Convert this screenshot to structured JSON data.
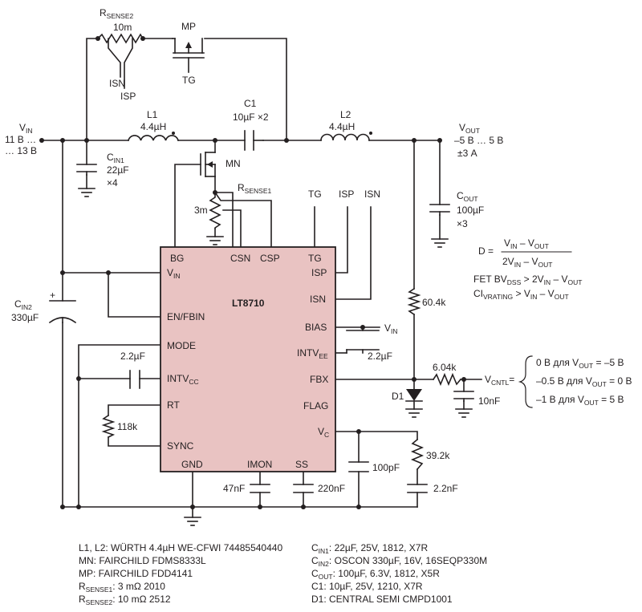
{
  "chip": {
    "name": "LT8710",
    "pins": {
      "bg": "BG",
      "csn": "CSN",
      "csp": "CSP",
      "tg": "TG",
      "vin_main": "V",
      "vin_sub": "IN",
      "en": "EN/FBIN",
      "mode": "MODE",
      "intvcc_main": "INTV",
      "intvcc_sub": "CC",
      "rt": "RT",
      "sync": "SYNC",
      "gnd": "GND",
      "imon": "IMON",
      "ss": "SS",
      "isp": "ISP",
      "isn": "ISN",
      "bias": "BIAS",
      "intvee_main": "INTV",
      "intvee_sub": "EE",
      "fbx": "FBX",
      "flag": "FLAG",
      "vc_main": "V",
      "vc_sub": "C"
    }
  },
  "labels": {
    "rsense2_main": "R",
    "rsense2_sub": "SENSE2",
    "rsense2_val": "10m",
    "mp": "MP",
    "isn_top": "ISN",
    "isp_top": "ISP",
    "tg_top": "TG",
    "l1": "L1",
    "l1_val": "4.4µH",
    "c1": "C1",
    "c1_val": "10µF ×2",
    "l2": "L2",
    "l2_val": "4.4µH",
    "vin_main": "V",
    "vin_sub": "IN",
    "vin_range1": "11 В …",
    "vin_range2": "… 13 В",
    "cin1_main": "C",
    "cin1_sub": "IN1",
    "cin1_val": "22µF",
    "cin1_mult": "×4",
    "mn": "MN",
    "rsense1_main": "R",
    "rsense1_sub": "SENSE1",
    "rsense1_val": "3m",
    "tg_right": "TG",
    "isp_right": "ISP",
    "isn_right": "ISN",
    "vout_main": "V",
    "vout_sub": "OUT",
    "vout_range": "–5 В … 5 В",
    "vout_current": "±3 А",
    "cout_main": "C",
    "cout_sub": "OUT",
    "cout_val": "100µF",
    "cout_mult": "×3",
    "cin2_main": "C",
    "cin2_sub": "IN2",
    "cin2_val": "330µF",
    "c_intvcc": "2.2µF",
    "r_rt": "118k",
    "bias_vin_main": "V",
    "bias_vin_sub": "IN",
    "c_intvee": "2.2µF",
    "r_fb": "60.4k",
    "r_cntl": "6.04k",
    "vcntl_main": "V",
    "vcntl_sub": "CNTL",
    "vcntl_eq": "=",
    "d1": "D1",
    "c_cntl": "10nF",
    "c_imon": "47nF",
    "c_ss": "220nF",
    "c_vc": "100pF",
    "r_vc": "39.2k",
    "c_vc2": "2.2nF"
  },
  "vcntl_cases": [
    {
      "text": "0 В для V",
      "sub": "OUT",
      "tail": " = –5 В"
    },
    {
      "text": "–0.5 В для V",
      "sub": "OUT",
      "tail": " = 0 В"
    },
    {
      "text": "–1 В для V",
      "sub": "OUT",
      "tail": " = 5 В"
    }
  ],
  "equations": {
    "d_lhs": "D =",
    "d_num_a": "V",
    "d_num_a_sub": "IN",
    "d_num_op": " – V",
    "d_num_b_sub": "OUT",
    "d_den_a": "2V",
    "d_den_a_sub": "IN",
    "d_den_op": " – V",
    "d_den_b_sub": "OUT",
    "fet_a": "FET BV",
    "fet_a_sub": "DSS",
    "fet_b": " > 2V",
    "fet_b_sub": "IN",
    "fet_c": " – V",
    "fet_c_sub": "OUT",
    "ci_a": "CI",
    "ci_a_sub": "VRATING",
    "ci_b": " > V",
    "ci_b_sub": "IN",
    "ci_c": " – V",
    "ci_c_sub": "OUT"
  },
  "bom_left": [
    {
      "main": "L1, L2: WÜRTH 4.4µH WE-CFWI 74485540440",
      "sub": "",
      "tail": ""
    },
    {
      "main": "MN: FAIRCHILD FDMS8333L",
      "sub": "",
      "tail": ""
    },
    {
      "main": "MP: FAIRCHILD FDD4141",
      "sub": "",
      "tail": ""
    },
    {
      "main": "R",
      "sub": "SENSE1",
      "tail": ": 3 mΩ 2010"
    },
    {
      "main": "R",
      "sub": "SENSE2",
      "tail": ": 10 mΩ 2512"
    }
  ],
  "bom_right": [
    {
      "main": "C",
      "sub": "IN1",
      "tail": ": 22µF, 25V, 1812, X7R"
    },
    {
      "main": "C",
      "sub": "IN2",
      "tail": ": OSCON 330µF, 16V, 16SEQP330M"
    },
    {
      "main": "C",
      "sub": "OUT",
      "tail": ": 100µF, 6.3V, 1812, X5R"
    },
    {
      "main": "C1: 10µF, 25V, 1210, X7R",
      "sub": "",
      "tail": ""
    },
    {
      "main": "D1: CENTRAL SEMI CMPD1001",
      "sub": "",
      "tail": ""
    }
  ]
}
